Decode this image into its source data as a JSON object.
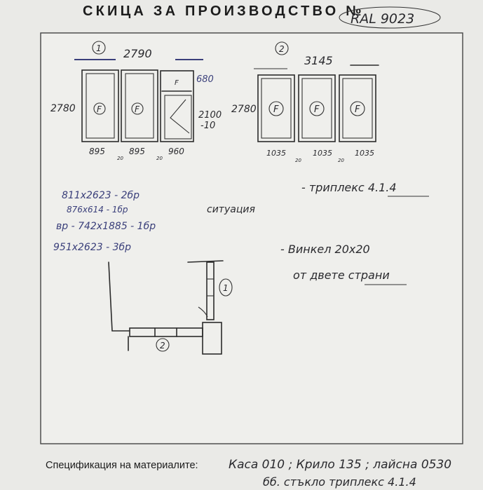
{
  "header": {
    "title": "СКИЦА ЗА ПРОИЗВОДСТВО №",
    "ral": "RAL 9023"
  },
  "unit1": {
    "marker": "1",
    "total_width": "2790",
    "height": "2780",
    "top_height": "680",
    "door_height": "2100",
    "door_height_adj": "-10",
    "panel_labels": [
      "F",
      "F",
      "F"
    ],
    "widths": [
      "895",
      "895",
      "960"
    ],
    "gaps": [
      "20",
      "20"
    ]
  },
  "unit2": {
    "marker": "2",
    "total_width": "3145",
    "height": "2780",
    "panel_labels": [
      "F",
      "F",
      "F"
    ],
    "widths": [
      "1035",
      "1035",
      "1035"
    ],
    "gaps": [
      "20",
      "20"
    ]
  },
  "glass_list": [
    "811x2623 - 2бр",
    "876x614 - 1бр",
    "вр - 742x1885 - 1бр",
    "951x2623 - 3бр"
  ],
  "notes": {
    "situation": "ситуация",
    "triplex": "- триплекс 4.1.4",
    "angle_1": "- Винкел 20x20",
    "angle_2": "от двете страни"
  },
  "plan": {
    "marker1": "1",
    "marker2": "2"
  },
  "footer": {
    "label": "Спецификация на материалите:",
    "line1": "Каса 010 ; Крило 135 ; лайсна 0530",
    "line2": "бб. стъкло триплекс 4.1.4"
  }
}
